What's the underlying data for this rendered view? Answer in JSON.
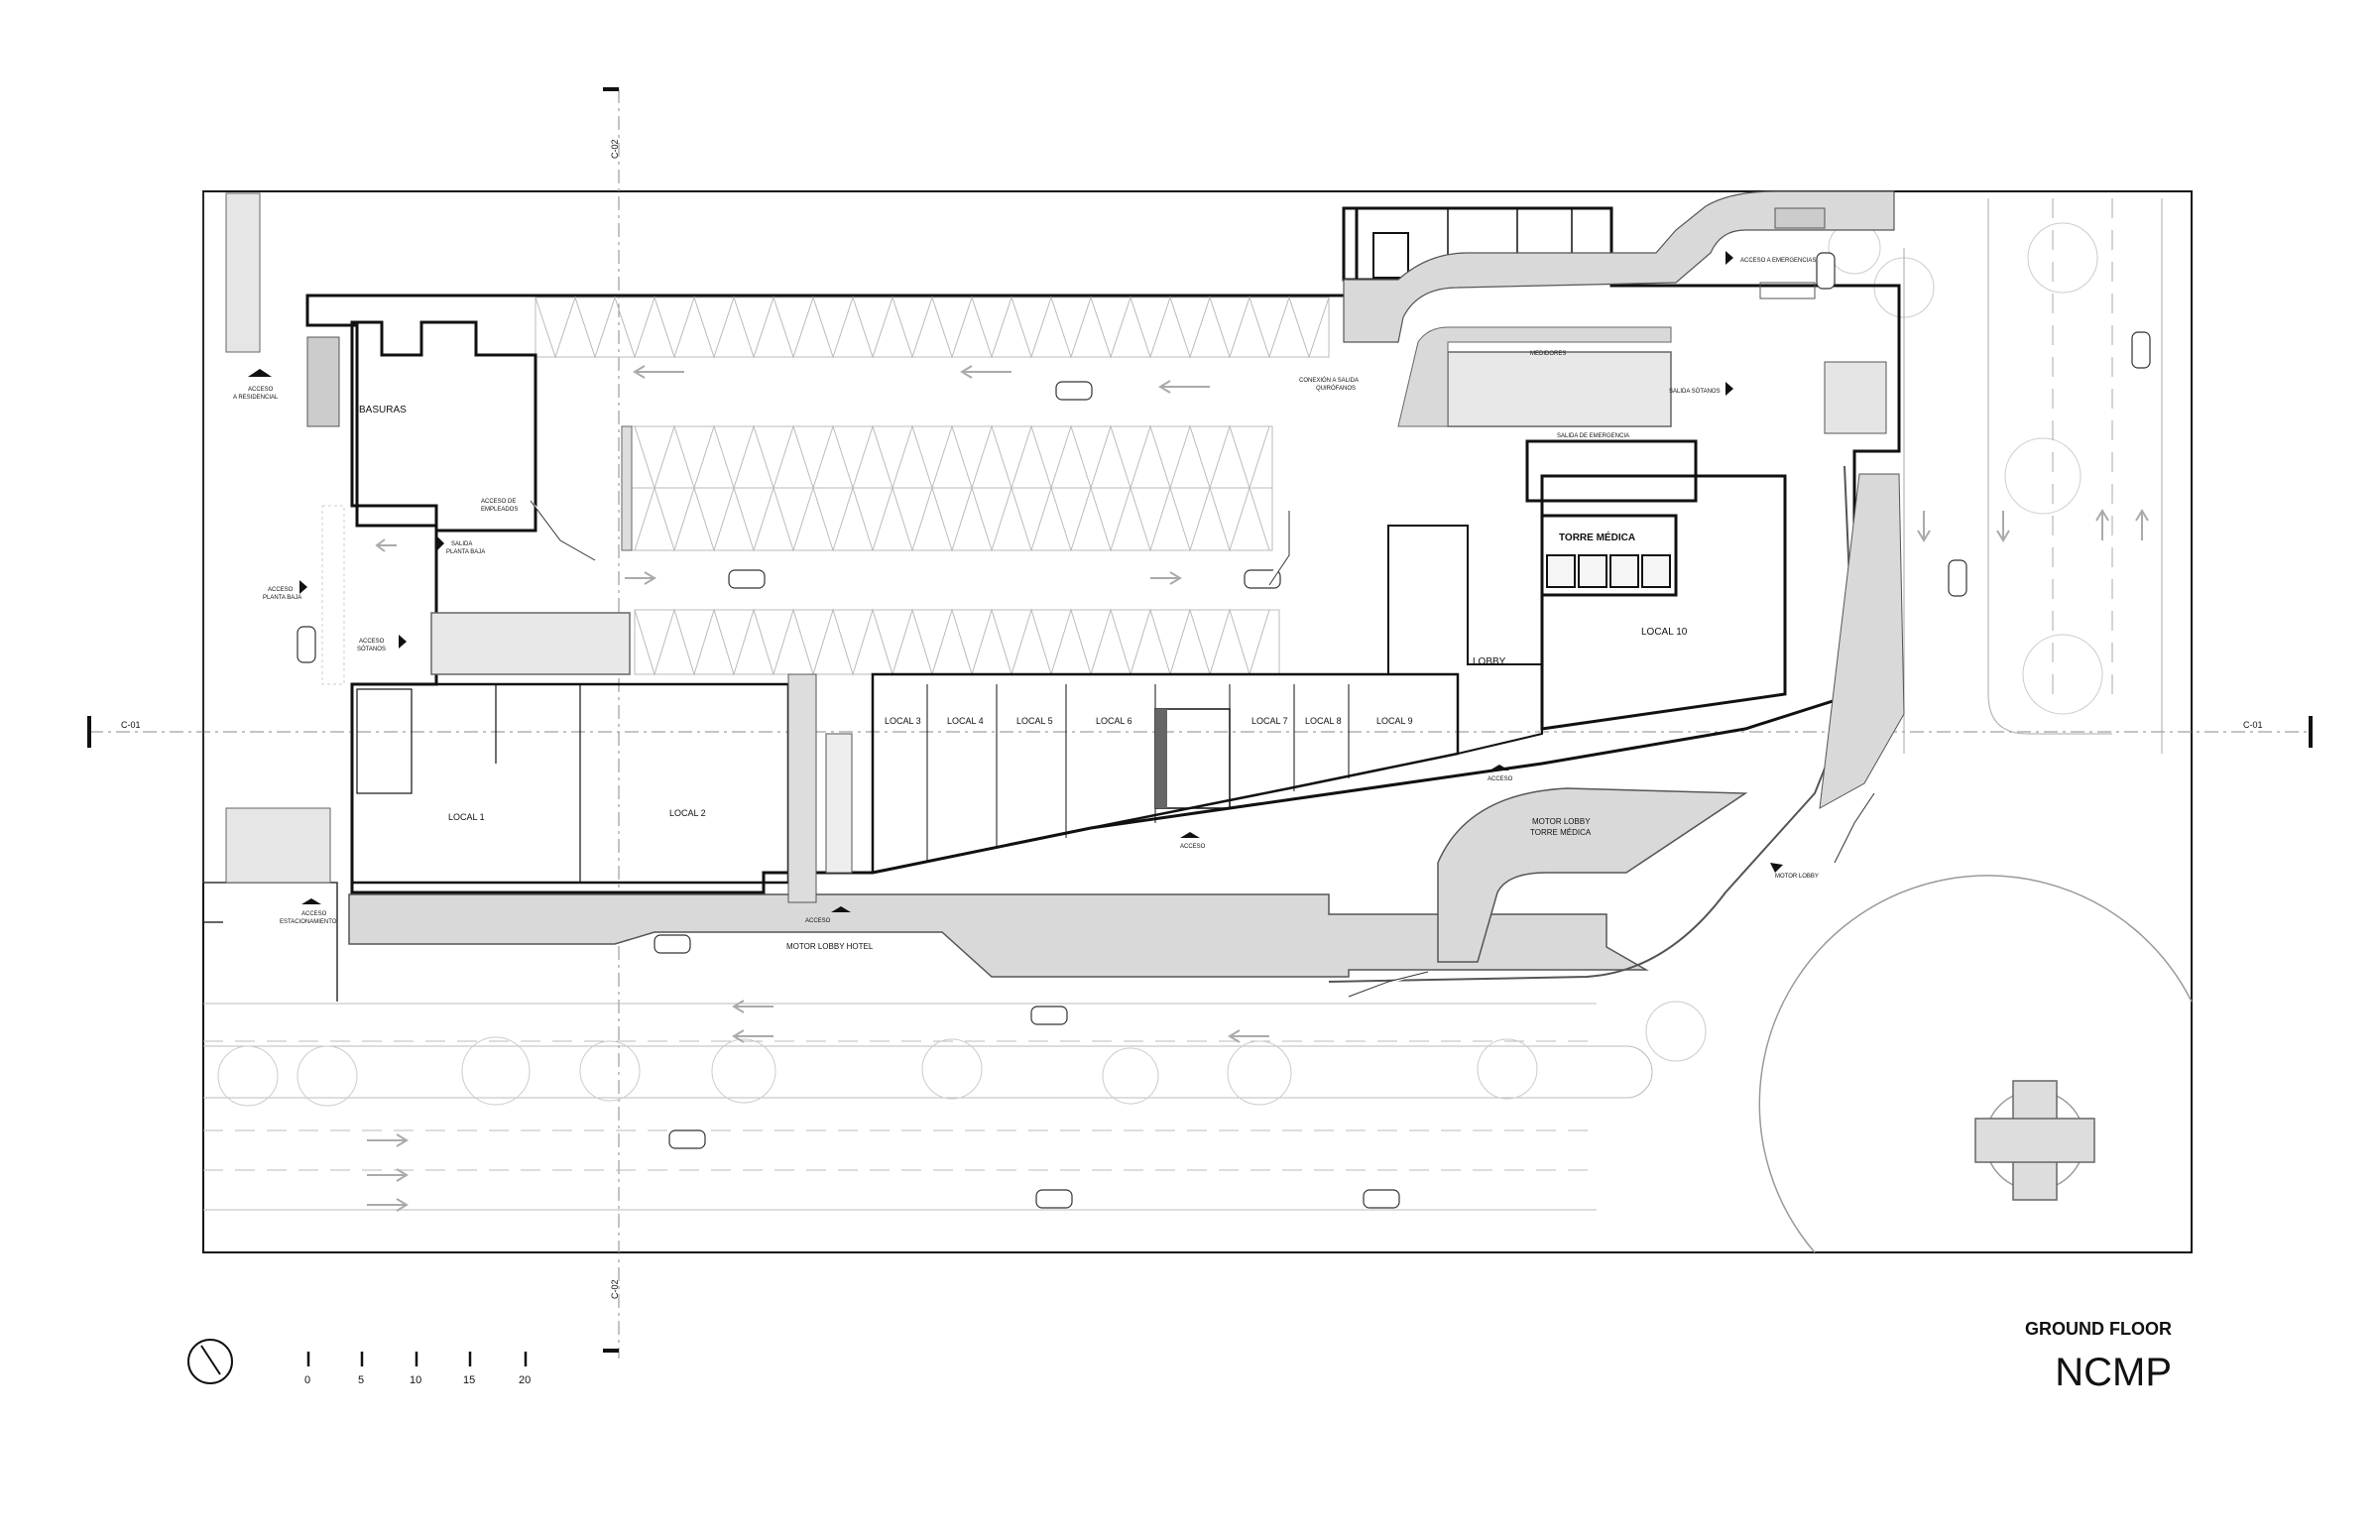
{
  "drawing": {
    "title": "GROUND FLOOR",
    "project": "NCMP",
    "section_marks": {
      "horizontal": "C-01",
      "vertical": "C-02"
    }
  },
  "scale_bar": {
    "ticks": [
      "0",
      "5",
      "10",
      "15",
      "20"
    ]
  },
  "rooms": {
    "basuras": "BASURAS",
    "local1": "LOCAL 1",
    "local2": "LOCAL 2",
    "local3": "LOCAL 3",
    "local4": "LOCAL 4",
    "local5": "LOCAL 5",
    "local6": "LOCAL 6",
    "local7": "LOCAL 7",
    "local8": "LOCAL 8",
    "local9": "LOCAL 9",
    "local10": "LOCAL 10",
    "lobby": "LOBBY",
    "torre_medica": "TORRE MÉDICA",
    "medidores": "MEDIDORES",
    "salida_emergencia": "SALIDA DE EMERGENCIA"
  },
  "annotations": {
    "acceso_residencial_1": "ACCESO",
    "acceso_residencial_2": "A RESIDENCIAL",
    "acceso_empleados_1": "ACCESO DE",
    "acceso_empleados_2": "EMPLEADOS",
    "salida_pb_1": "SALIDA",
    "salida_pb_2": "PLANTA BAJA",
    "acceso_pb_1": "ACCESO",
    "acceso_pb_2": "PLANTA BAJA",
    "acceso_sotanos_1": "ACCESO",
    "acceso_sotanos_2": "SÓTANOS",
    "acceso_estac_1": "ACCESO",
    "acceso_estac_2": "ESTACIONAMIENTO",
    "conexion_1": "CONEXIÓN A SALIDA",
    "conexion_2": "QUIRÓFANOS",
    "acceso_emergencias": "ACCESO A EMERGENCIAS",
    "salida_sotanos": "SALIDA SÓTANOS",
    "acceso_a": "ACCESO",
    "acceso_b": "ACCESO",
    "acceso_c": "ACCESO",
    "motor_lobby_torre_1": "MOTOR LOBBY",
    "motor_lobby_torre_2": "TORRE MÉDICA",
    "motor_lobby": "MOTOR LOBBY",
    "motor_lobby_hotel": "MOTOR LOBBY HOTEL"
  }
}
